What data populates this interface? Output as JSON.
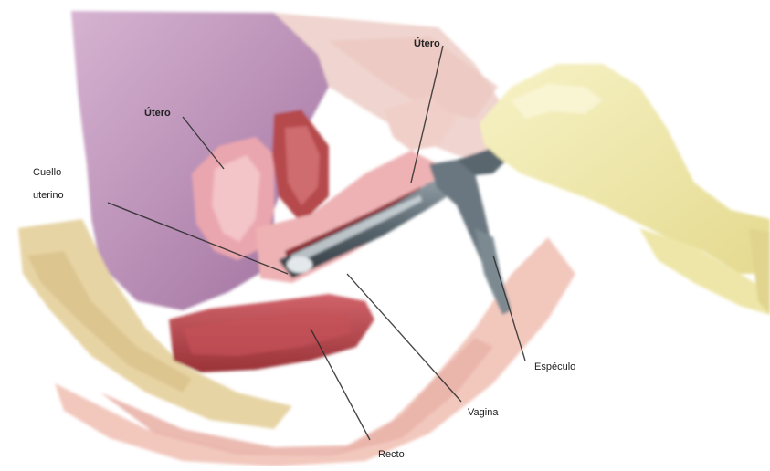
{
  "labels": {
    "top": "Útero",
    "uterus": "Útero",
    "cervix_line1": "Cuello",
    "cervix_line2": "uterino",
    "speculum": "Espéculo",
    "vagina": "Vagina",
    "rectum": "Recto"
  },
  "colors": {
    "background": "#ffffff",
    "uterus_pink": "#eaa6ae",
    "peritoneum_purple": "#b98fb6",
    "rectum_red": "#b8464a",
    "bone_yellow": "#e6d3a4",
    "glove_yellow": "#f2ecb0",
    "speculum_steel": "#5d6a73",
    "label_text": "#222222"
  }
}
